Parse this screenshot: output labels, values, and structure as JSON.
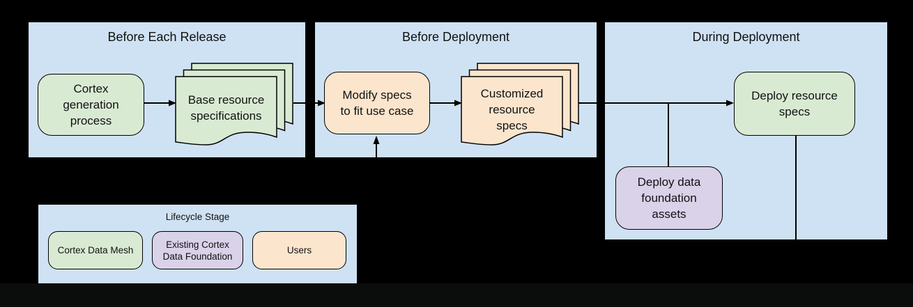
{
  "colors": {
    "panel_background": "#cfe2f3",
    "cortex_data_mesh_green": "#d9ead3",
    "users_peach": "#fce5cd",
    "data_foundation_purple": "#d9d2e9",
    "connector": "#000000"
  },
  "panels": [
    {
      "title": "Before Each Release"
    },
    {
      "title": "Before Deployment"
    },
    {
      "title": "During Deployment"
    }
  ],
  "nodes": {
    "cortex_generation": {
      "label": "Cortex\ngeneration\nprocess"
    },
    "base_resource_specs": {
      "label": "Base resource\nspecifications"
    },
    "modify_specs": {
      "label": "Modify specs\nto fit use case"
    },
    "customized_specs": {
      "label": "Customized\nresource\nspecs"
    },
    "deploy_resource_specs": {
      "label": "Deploy resource\nspecs"
    },
    "deploy_data_foundation": {
      "label": "Deploy data\nfoundation\nassets"
    }
  },
  "legend": {
    "title": "Lifecycle Stage",
    "items": [
      {
        "label": "Cortex Data Mesh",
        "color": "#d9ead3"
      },
      {
        "label": "Existing Cortex\nData Foundation",
        "color": "#d9d2e9"
      },
      {
        "label": "Users",
        "color": "#fce5cd"
      }
    ]
  }
}
